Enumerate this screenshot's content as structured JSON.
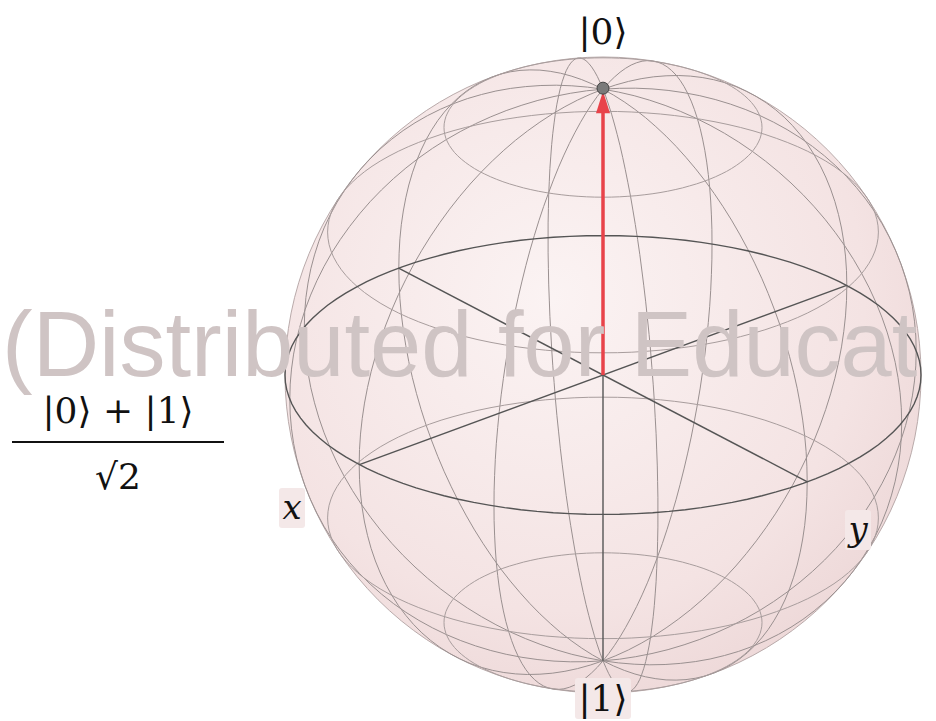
{
  "diagram": {
    "labels": [
      "|0⟩",
      "|1⟩",
      "x",
      "y",
      "|0⟩ + |1⟩",
      "√2",
      "(Distributed for Educat"
    ]
  }
}
